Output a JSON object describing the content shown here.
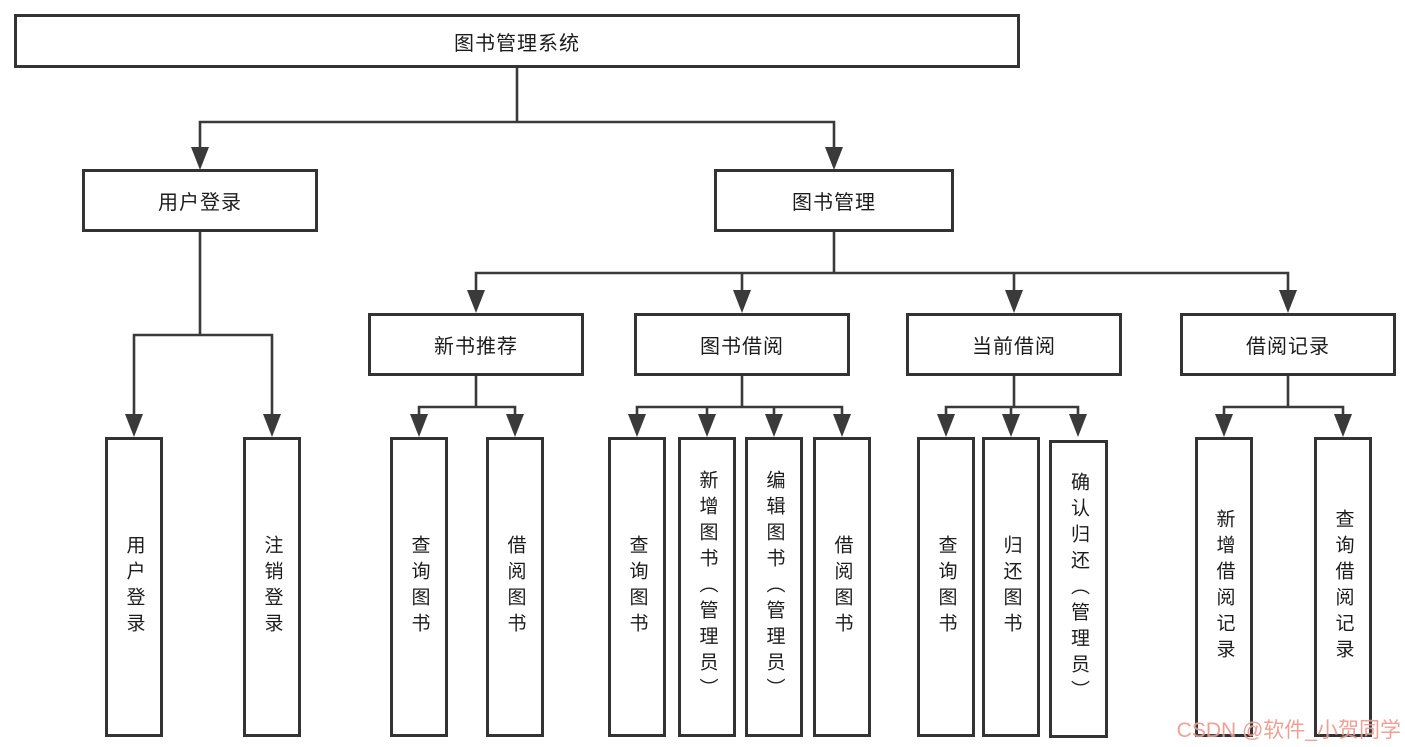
{
  "diagram": {
    "root": {
      "label": "图书管理系统",
      "children": [
        {
          "label": "用户登录",
          "children": [
            {
              "label": "用户登录"
            },
            {
              "label": "注销登录"
            }
          ]
        },
        {
          "label": "图书管理",
          "children": [
            {
              "label": "新书推荐",
              "children": [
                {
                  "label": "查询图书"
                },
                {
                  "label": "借阅图书"
                }
              ]
            },
            {
              "label": "图书借阅",
              "children": [
                {
                  "label": "查询图书"
                },
                {
                  "label": "新增图书（管理员）"
                },
                {
                  "label": "编辑图书（管理员）"
                },
                {
                  "label": "借阅图书"
                }
              ]
            },
            {
              "label": "当前借阅",
              "children": [
                {
                  "label": "查询图书"
                },
                {
                  "label": "归还图书"
                },
                {
                  "label": "确认归还（管理员）"
                }
              ]
            },
            {
              "label": "借阅记录",
              "children": [
                {
                  "label": "新增借阅记录"
                },
                {
                  "label": "查询借阅记录"
                }
              ]
            }
          ]
        }
      ]
    },
    "colors": {
      "line": "#3a3a3a",
      "box_border": "#333333",
      "box_background": "#ffffff",
      "text": "#1c1c1c",
      "watermark": "#ee978b"
    }
  },
  "watermark": {
    "text": "CSDN @软件_小贺同学"
  }
}
